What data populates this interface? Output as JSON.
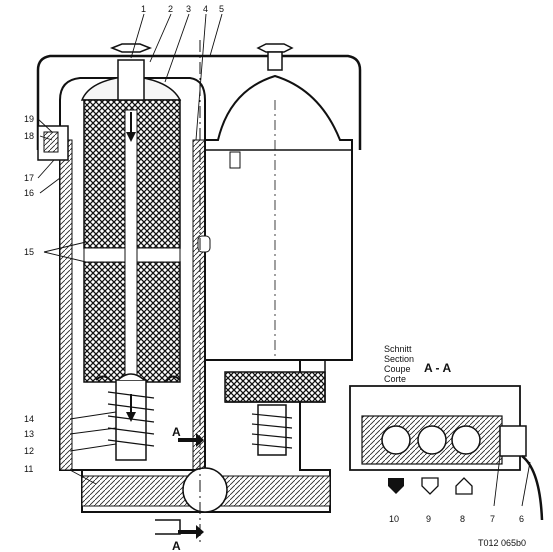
{
  "callouts": {
    "c1": "1",
    "c2": "2",
    "c3": "3",
    "c4": "4",
    "c5": "5",
    "c6": "6",
    "c7": "7",
    "c8": "8",
    "c9": "9",
    "c10": "10",
    "c11": "11",
    "c12": "12",
    "c13": "13",
    "c14": "14",
    "c15": "15",
    "c16": "16",
    "c17": "17",
    "c18": "18",
    "c19": "19"
  },
  "section_marker": "A",
  "section_legend": {
    "line1": "Schnitt",
    "line2": "Section",
    "line3": "Coupe",
    "line4": "Corte",
    "label": "A - A"
  },
  "reference_code": "T012 065b0"
}
